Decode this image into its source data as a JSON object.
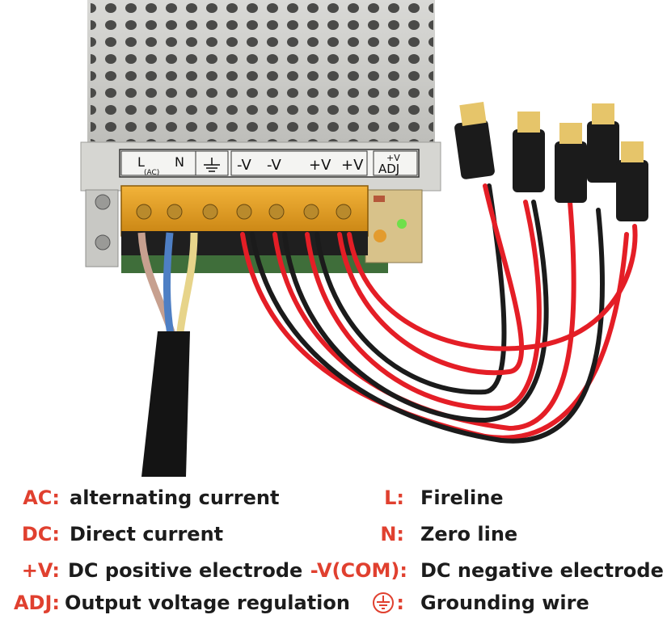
{
  "terminal_labels": {
    "l": "L",
    "n": "N",
    "ac": "(AC)",
    "neg1": "-V",
    "neg2": "-V",
    "pos1": "+V",
    "pos2": "+V",
    "adj_top": "+V",
    "adj": "ADJ"
  },
  "legend": {
    "ac": {
      "key": "AC:",
      "value": "alternating current"
    },
    "dc": {
      "key": "DC:",
      "value": "Direct current"
    },
    "pos": {
      "key": "+V:",
      "value": "DC positive electrode"
    },
    "adj": {
      "key": "ADJ:",
      "value": "Output voltage regulation"
    },
    "l": {
      "key": "L:",
      "value": "Fireline"
    },
    "n": {
      "key": "N:",
      "value": "Zero line"
    },
    "neg": {
      "key": "-V(COM):",
      "value": "DC negative electrode"
    },
    "ground": {
      "key": ":",
      "value": "Grounding wire",
      "icon": "ground-icon"
    }
  },
  "colors": {
    "accent": "#e0402f",
    "text": "#1c1c1c",
    "wire_red": "#e41e26",
    "wire_black": "#1b1b1b",
    "terminal_amber": "#e8a31d"
  }
}
